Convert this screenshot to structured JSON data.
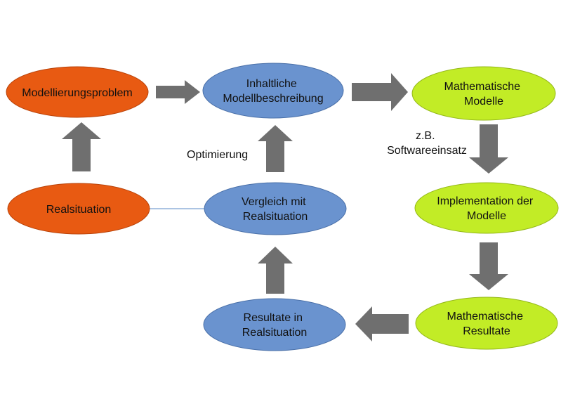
{
  "colors": {
    "orange": "#e85a12",
    "orange_stroke": "#b9430a",
    "blue": "#6a93cf",
    "blue_stroke": "#4a70a8",
    "green": "#c2ec26",
    "green_stroke": "#94b81a",
    "arrow": "#6f6f6f",
    "connector": "#7aa0d2"
  },
  "nodes": {
    "modellierungsproblem": {
      "lines": [
        "Modellierungsproblem"
      ]
    },
    "inhaltliche_modellbeschreibung": {
      "lines": [
        "Inhaltliche",
        "Modellbeschreibung"
      ]
    },
    "mathematische_modelle": {
      "lines": [
        "Mathematische",
        "Modelle"
      ]
    },
    "realsituation": {
      "lines": [
        "Realsituation"
      ]
    },
    "vergleich_mit_realsituation": {
      "lines": [
        "Vergleich mit",
        "Realsituation"
      ]
    },
    "implementation_der_modelle": {
      "lines": [
        "Implementation der",
        "Modelle"
      ]
    },
    "resultate_in_realsituation": {
      "lines": [
        "Resultate in",
        "Realsituation"
      ]
    },
    "mathematische_resultate": {
      "lines": [
        "Mathematische",
        "Resultate"
      ]
    }
  },
  "labels": {
    "optimierung": "Optimierung",
    "zb_line1": "z.B.",
    "zb_line2": "Softwareeinsatz"
  }
}
